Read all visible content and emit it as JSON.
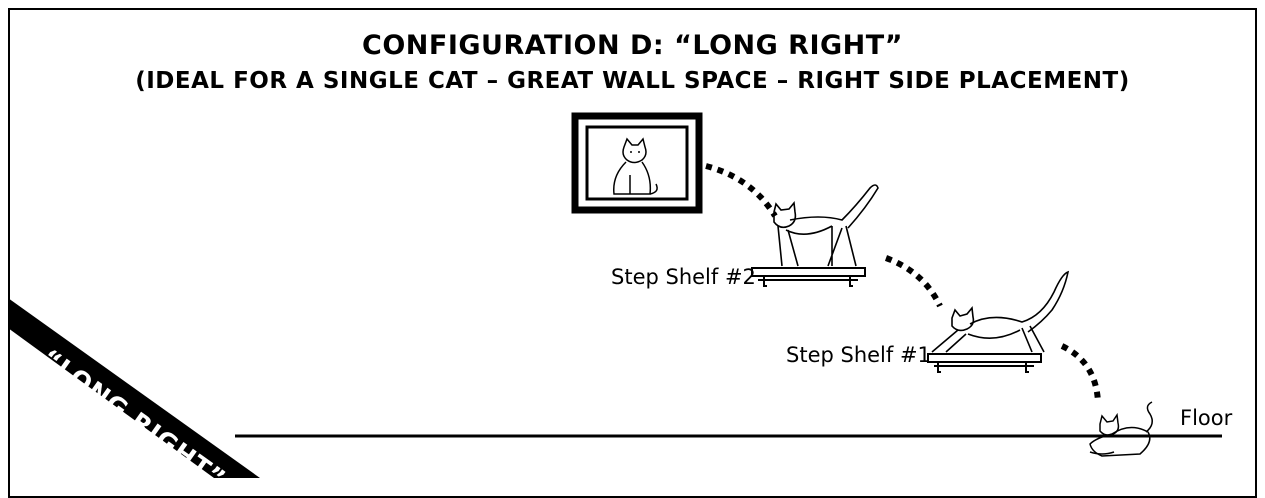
{
  "title": "CONFIGURATION D: “LONG RIGHT”",
  "subtitle": "(IDEAL FOR A SINGLE CAT – GREAT WALL SPACE – RIGHT SIDE PLACEMENT)",
  "labels": {
    "step_shelf_2": "Step Shelf #2",
    "step_shelf_1": "Step Shelf #1",
    "floor": "Floor"
  },
  "banner": "“LONG RIGHT”",
  "colors": {
    "ink": "#000000",
    "background": "#ffffff"
  },
  "icons": [
    "framed-cat-picture",
    "cat-standing",
    "cat-stretching",
    "cat-lying"
  ]
}
